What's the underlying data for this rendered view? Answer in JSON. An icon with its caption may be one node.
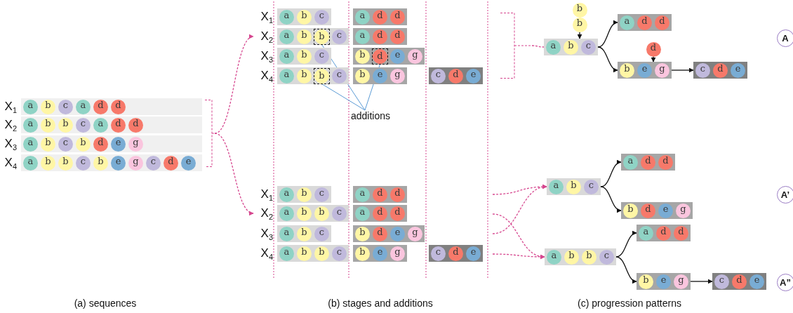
{
  "diagram": {
    "nodes": [
      {
        "text": [],
        "shape": "bar",
        "beside": [
          "X$_{1}$"
        ]
      },
      {
        "text": [
          "a"
        ],
        "in": 0
      },
      {
        "text": [
          "b"
        ],
        "in": 0
      },
      {
        "text": [
          "c"
        ],
        "in": 0
      },
      {
        "text": [
          "a"
        ],
        "in": 0
      },
      {
        "text": [
          "d"
        ],
        "in": 0
      },
      {
        "text": [
          "d"
        ],
        "in": 0
      },
      {
        "text": [],
        "shape": "bar",
        "beside": [
          "X$_{2}$"
        ]
      },
      {
        "text": [
          "a"
        ],
        "in": 7
      },
      {
        "text": [
          "b"
        ],
        "in": 7
      },
      {
        "text": [
          "b"
        ],
        "in": 7
      },
      {
        "text": [
          "c"
        ],
        "in": 7
      },
      {
        "text": [
          "a"
        ],
        "in": 7
      },
      {
        "text": [
          "d"
        ],
        "in": 7
      },
      {
        "text": [
          "d"
        ],
        "in": 7
      },
      {
        "text": [],
        "shape": "bar",
        "beside": [
          "X$_{3}$"
        ]
      },
      {
        "text": [
          "a"
        ],
        "in": 15
      },
      {
        "text": [
          "b"
        ],
        "in": 15
      },
      {
        "text": [
          "c"
        ],
        "in": 15
      },
      {
        "text": [
          "b"
        ],
        "in": 15
      },
      {
        "text": [
          "d"
        ],
        "in": 15
      },
      {
        "text": [
          "e"
        ],
        "in": 15
      },
      {
        "text": [
          "g"
        ],
        "in": 15
      },
      {
        "text": [],
        "shape": "bar",
        "beside": [
          "X$_{4}$"
        ]
      },
      {
        "text": [
          "a"
        ],
        "in": 23
      },
      {
        "text": [
          "b"
        ],
        "in": 23
      },
      {
        "text": [
          "b"
        ],
        "in": 23
      },
      {
        "text": [
          "c"
        ],
        "in": 23
      },
      {
        "text": [
          "b"
        ],
        "in": 23
      },
      {
        "text": [
          "e"
        ],
        "in": 23
      },
      {
        "text": [
          "g"
        ],
        "in": 23
      },
      {
        "text": [
          "c"
        ],
        "in": 23
      },
      {
        "text": [
          "d"
        ],
        "in": 23
      },
      {
        "text": [
          "e"
        ],
        "in": 23
      },
      {
        "text": [],
        "shape": "bar",
        "beside": [
          "X$_{1}$"
        ]
      },
      {
        "text": [
          "a"
        ],
        "in": 34
      },
      {
        "text": [
          "b"
        ],
        "in": 34
      },
      {
        "text": [
          "c"
        ],
        "in": 34
      },
      {
        "text": [],
        "shape": "bar"
      },
      {
        "text": [
          "a"
        ],
        "in": 38
      },
      {
        "text": [
          "d"
        ],
        "in": 38
      },
      {
        "text": [
          "d"
        ],
        "in": 38
      },
      {
        "text": [],
        "shape": "bar",
        "beside": [
          "X$_{2}$"
        ]
      },
      {
        "text": [
          "a"
        ],
        "in": 42
      },
      {
        "text": [
          "b"
        ],
        "in": 42
      },
      {
        "text": [
          "b"
        ],
        "in": 42
      },
      {
        "text": [
          "c"
        ],
        "in": 42
      },
      {
        "text": [],
        "shape": "bar"
      },
      {
        "text": [
          "a"
        ],
        "in": 47
      },
      {
        "text": [
          "d"
        ],
        "in": 47
      },
      {
        "text": [
          "d"
        ],
        "in": 47
      },
      {
        "text": [],
        "shape": "bar",
        "beside": [
          "X$_{3}$"
        ]
      },
      {
        "text": [
          "a"
        ],
        "in": 51
      },
      {
        "text": [
          "b"
        ],
        "in": 51
      },
      {
        "text": [
          "c"
        ],
        "in": 51
      },
      {
        "text": [],
        "shape": "bar"
      },
      {
        "text": [
          "b"
        ],
        "in": 55
      },
      {
        "text": [
          "d"
        ],
        "in": 55
      },
      {
        "text": [
          "e"
        ],
        "in": 55
      },
      {
        "text": [
          "g"
        ],
        "in": 55
      },
      {
        "text": [],
        "shape": "bar",
        "beside": [
          "X$_{4}$"
        ]
      },
      {
        "text": [
          "a"
        ],
        "in": 60
      },
      {
        "text": [
          "b"
        ],
        "in": 60
      },
      {
        "text": [
          "b"
        ],
        "in": 60
      },
      {
        "text": [
          "c"
        ],
        "in": 60
      },
      {
        "text": [],
        "shape": "bar"
      },
      {
        "text": [
          "b"
        ],
        "in": 65
      },
      {
        "text": [
          "e"
        ],
        "in": 65
      },
      {
        "text": [
          "g"
        ],
        "in": 65
      },
      {
        "text": [],
        "shape": "bar"
      },
      {
        "text": [
          "c"
        ],
        "in": 69
      },
      {
        "text": [
          "d"
        ],
        "in": 69
      },
      {
        "text": [
          "e"
        ],
        "in": 69
      },
      {
        "text": [
          "additions"
        ]
      },
      {
        "text": [],
        "shape": "bar",
        "beside": [
          "X$_{1}$"
        ]
      },
      {
        "text": [
          "a"
        ],
        "in": 74
      },
      {
        "text": [
          "b"
        ],
        "in": 74
      },
      {
        "text": [
          "c"
        ],
        "in": 74
      },
      {
        "text": [],
        "shape": "bar"
      },
      {
        "text": [
          "a"
        ],
        "in": 78
      },
      {
        "text": [
          "d"
        ],
        "in": 78
      },
      {
        "text": [
          "d"
        ],
        "in": 78
      },
      {
        "text": [],
        "shape": "bar",
        "beside": [
          "X$_{2}$"
        ]
      },
      {
        "text": [
          "a"
        ],
        "in": 82
      },
      {
        "text": [
          "b"
        ],
        "in": 82
      },
      {
        "text": [
          "b"
        ],
        "in": 82
      },
      {
        "text": [
          "c"
        ],
        "in": 82
      },
      {
        "text": [],
        "shape": "bar"
      },
      {
        "text": [
          "a"
        ],
        "in": 87
      },
      {
        "text": [
          "d"
        ],
        "in": 87
      },
      {
        "text": [
          "d"
        ],
        "in": 87
      },
      {
        "text": [],
        "shape": "bar",
        "beside": [
          "X$_{3}$"
        ]
      },
      {
        "text": [
          "a"
        ],
        "in": 91
      },
      {
        "text": [
          "b"
        ],
        "in": 91
      },
      {
        "text": [
          "c"
        ],
        "in": 91
      },
      {
        "text": [],
        "shape": "bar"
      },
      {
        "text": [
          "b"
        ],
        "in": 95
      },
      {
        "text": [
          "d"
        ],
        "in": 95
      },
      {
        "text": [
          "e"
        ],
        "in": 95
      },
      {
        "text": [
          "g"
        ],
        "in": 95
      },
      {
        "text": [],
        "shape": "bar",
        "beside": [
          "X$_{4}$"
        ]
      },
      {
        "text": [
          "a"
        ],
        "in": 100
      },
      {
        "text": [
          "b"
        ],
        "in": 100
      },
      {
        "text": [
          "b"
        ],
        "in": 100
      },
      {
        "text": [
          "c"
        ],
        "in": 100
      },
      {
        "text": [],
        "shape": "bar"
      },
      {
        "text": [
          "b"
        ],
        "in": 105
      },
      {
        "text": [
          "e"
        ],
        "in": 105
      },
      {
        "text": [
          "g"
        ],
        "in": 105
      },
      {
        "text": [],
        "shape": "bar"
      },
      {
        "text": [
          "c"
        ],
        "in": 109
      },
      {
        "text": [
          "d"
        ],
        "in": 109
      },
      {
        "text": [
          "e"
        ],
        "in": 109
      },
      {
        "text": [
          "b"
        ]
      },
      {
        "text": [
          "b"
        ]
      },
      {
        "text": [],
        "shape": "bar"
      },
      {
        "text": [
          "a"
        ],
        "in": 115
      },
      {
        "text": [
          "b"
        ],
        "in": 115
      },
      {
        "text": [
          "c"
        ],
        "in": 115
      },
      {
        "text": [],
        "shape": "bar"
      },
      {
        "text": [
          "a"
        ],
        "in": 119
      },
      {
        "text": [
          "d"
        ],
        "in": 119
      },
      {
        "text": [
          "d"
        ],
        "in": 119
      },
      {
        "text": [
          "d"
        ]
      },
      {
        "text": [],
        "shape": "bar"
      },
      {
        "text": [
          "b"
        ],
        "in": 124
      },
      {
        "text": [
          "e"
        ],
        "in": 124
      },
      {
        "text": [
          "g"
        ],
        "in": 124
      },
      {
        "text": [],
        "shape": "bar"
      },
      {
        "text": [
          "c"
        ],
        "in": 128
      },
      {
        "text": [
          "d"
        ],
        "in": 128
      },
      {
        "text": [
          "e"
        ],
        "in": 128
      },
      {
        "text": [
          "A"
        ]
      },
      {
        "text": [],
        "shape": "bar"
      },
      {
        "text": [
          "a"
        ],
        "in": 133
      },
      {
        "text": [
          "b"
        ],
        "in": 133
      },
      {
        "text": [
          "c"
        ],
        "in": 133
      },
      {
        "text": [],
        "shape": "bar"
      },
      {
        "text": [
          "a"
        ],
        "in": 137
      },
      {
        "text": [
          "d"
        ],
        "in": 137
      },
      {
        "text": [
          "d"
        ],
        "in": 137
      },
      {
        "text": [],
        "shape": "bar"
      },
      {
        "text": [
          "b"
        ],
        "in": 141
      },
      {
        "text": [
          "d"
        ],
        "in": 141
      },
      {
        "text": [
          "e"
        ],
        "in": 141
      },
      {
        "text": [
          "g"
        ],
        "in": 141
      },
      {
        "text": [
          "A’"
        ]
      },
      {
        "text": [],
        "shape": "bar"
      },
      {
        "text": [
          "a"
        ],
        "in": 147
      },
      {
        "text": [
          "b"
        ],
        "in": 147
      },
      {
        "text": [
          "b"
        ],
        "in": 147
      },
      {
        "text": [
          "c"
        ],
        "in": 147
      },
      {
        "text": [],
        "shape": "bar"
      },
      {
        "text": [
          "a"
        ],
        "in": 152
      },
      {
        "text": [
          "d"
        ],
        "in": 152
      },
      {
        "text": [
          "d"
        ],
        "in": 152
      },
      {
        "text": [],
        "shape": "bar"
      },
      {
        "text": [
          "b"
        ],
        "in": 156
      },
      {
        "text": [
          "e"
        ],
        "in": 156
      },
      {
        "text": [
          "g"
        ],
        "in": 156
      },
      {
        "text": [],
        "shape": "bar"
      },
      {
        "text": [
          "c"
        ],
        "in": 160
      },
      {
        "text": [
          "d"
        ],
        "in": 160
      },
      {
        "text": [
          "e"
        ],
        "in": 160
      },
      {
        "text": [
          "A”"
        ]
      },
      {
        "text": [],
        "shape": "bracket"
      },
      {
        "text": [],
        "shape": "bracket"
      }
    ],
    "edges": [
      {
        "from": 165,
        "to": 42,
        "arrow": "to",
        "style": "dashed",
        "color": "#d6478f"
      },
      {
        "from": 165,
        "to": 82,
        "arrow": "to",
        "style": "dashed",
        "color": "#d6478f"
      },
      {
        "from": 73,
        "to": 45,
        "arrow": "none",
        "color": "#5b9bd5"
      },
      {
        "from": 73,
        "to": 57,
        "arrow": "none",
        "color": "#5b9bd5"
      },
      {
        "from": 73,
        "to": 63,
        "arrow": "none",
        "color": "#5b9bd5"
      },
      {
        "from": 166,
        "to": 115,
        "arrow": "none",
        "style": "dashed",
        "color": "#d6478f"
      },
      {
        "from": 115,
        "to": 119,
        "arrow": "to"
      },
      {
        "from": 115,
        "to": 124,
        "arrow": "to"
      },
      {
        "from": 124,
        "to": 128,
        "arrow": "to"
      },
      {
        "from": 114,
        "to": 115,
        "arrow": "to"
      },
      {
        "from": 123,
        "to": 124,
        "arrow": "to"
      },
      {
        "from": null,
        "to": 133,
        "arrow": "to",
        "style": "dashed",
        "color": "#d6478f"
      },
      {
        "from": null,
        "to": 147,
        "arrow": "to",
        "style": "dashed",
        "color": "#d6478f"
      },
      {
        "from": null,
        "to": 133,
        "arrow": "to",
        "style": "dashed",
        "color": "#d6478f"
      },
      {
        "from": null,
        "to": 147,
        "arrow": "to",
        "style": "dashed",
        "color": "#d6478f"
      },
      {
        "from": 133,
        "to": 137,
        "arrow": "to"
      },
      {
        "from": 133,
        "to": 141,
        "arrow": "to"
      },
      {
        "from": 147,
        "to": 152,
        "arrow": "to"
      },
      {
        "from": 147,
        "to": 156,
        "arrow": "to"
      },
      {
        "from": 156,
        "to": 160,
        "arrow": "to"
      }
    ],
    "labels": [
      "(a) sequences",
      "(b) stages and additions",
      "(c) progression patterns"
    ]
  }
}
